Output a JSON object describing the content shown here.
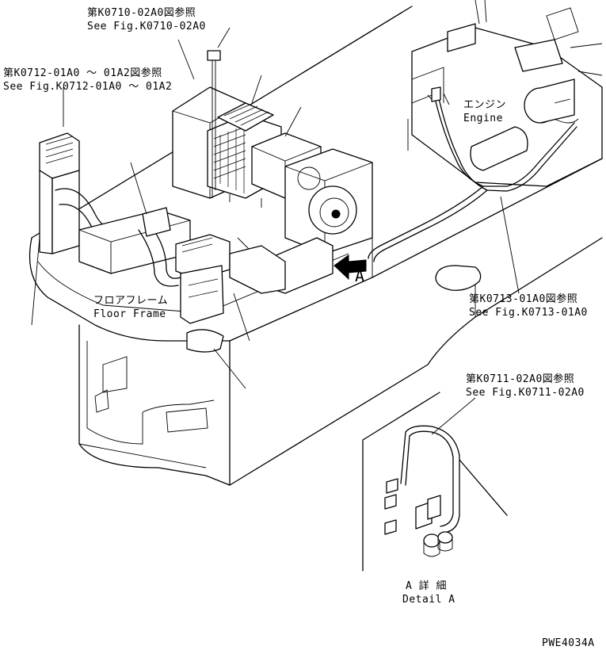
{
  "references": {
    "top": {
      "jp": "第K0710-02A0図参照",
      "en": "See Fig.K0710-02A0"
    },
    "left": {
      "jp": "第K0712-01A0 ～ 01A2図参照",
      "en": "See Fig.K0712-01A0 ～ 01A2"
    },
    "engine_harness": {
      "jp": "第K0713-01A0図参照",
      "en": "See Fig.K0713-01A0"
    },
    "detail": {
      "jp": "第K0711-02A0図参照",
      "en": "See Fig.K0711-02A0"
    }
  },
  "labels": {
    "engine_jp": "エンジン",
    "engine_en": "Engine",
    "floor_jp": "フロアフレーム",
    "floor_en": "Floor Frame",
    "view_a": "A",
    "detail_jp": "A 詳 細",
    "detail_en": "Detail A",
    "drawing_no": "PWE4034A"
  }
}
